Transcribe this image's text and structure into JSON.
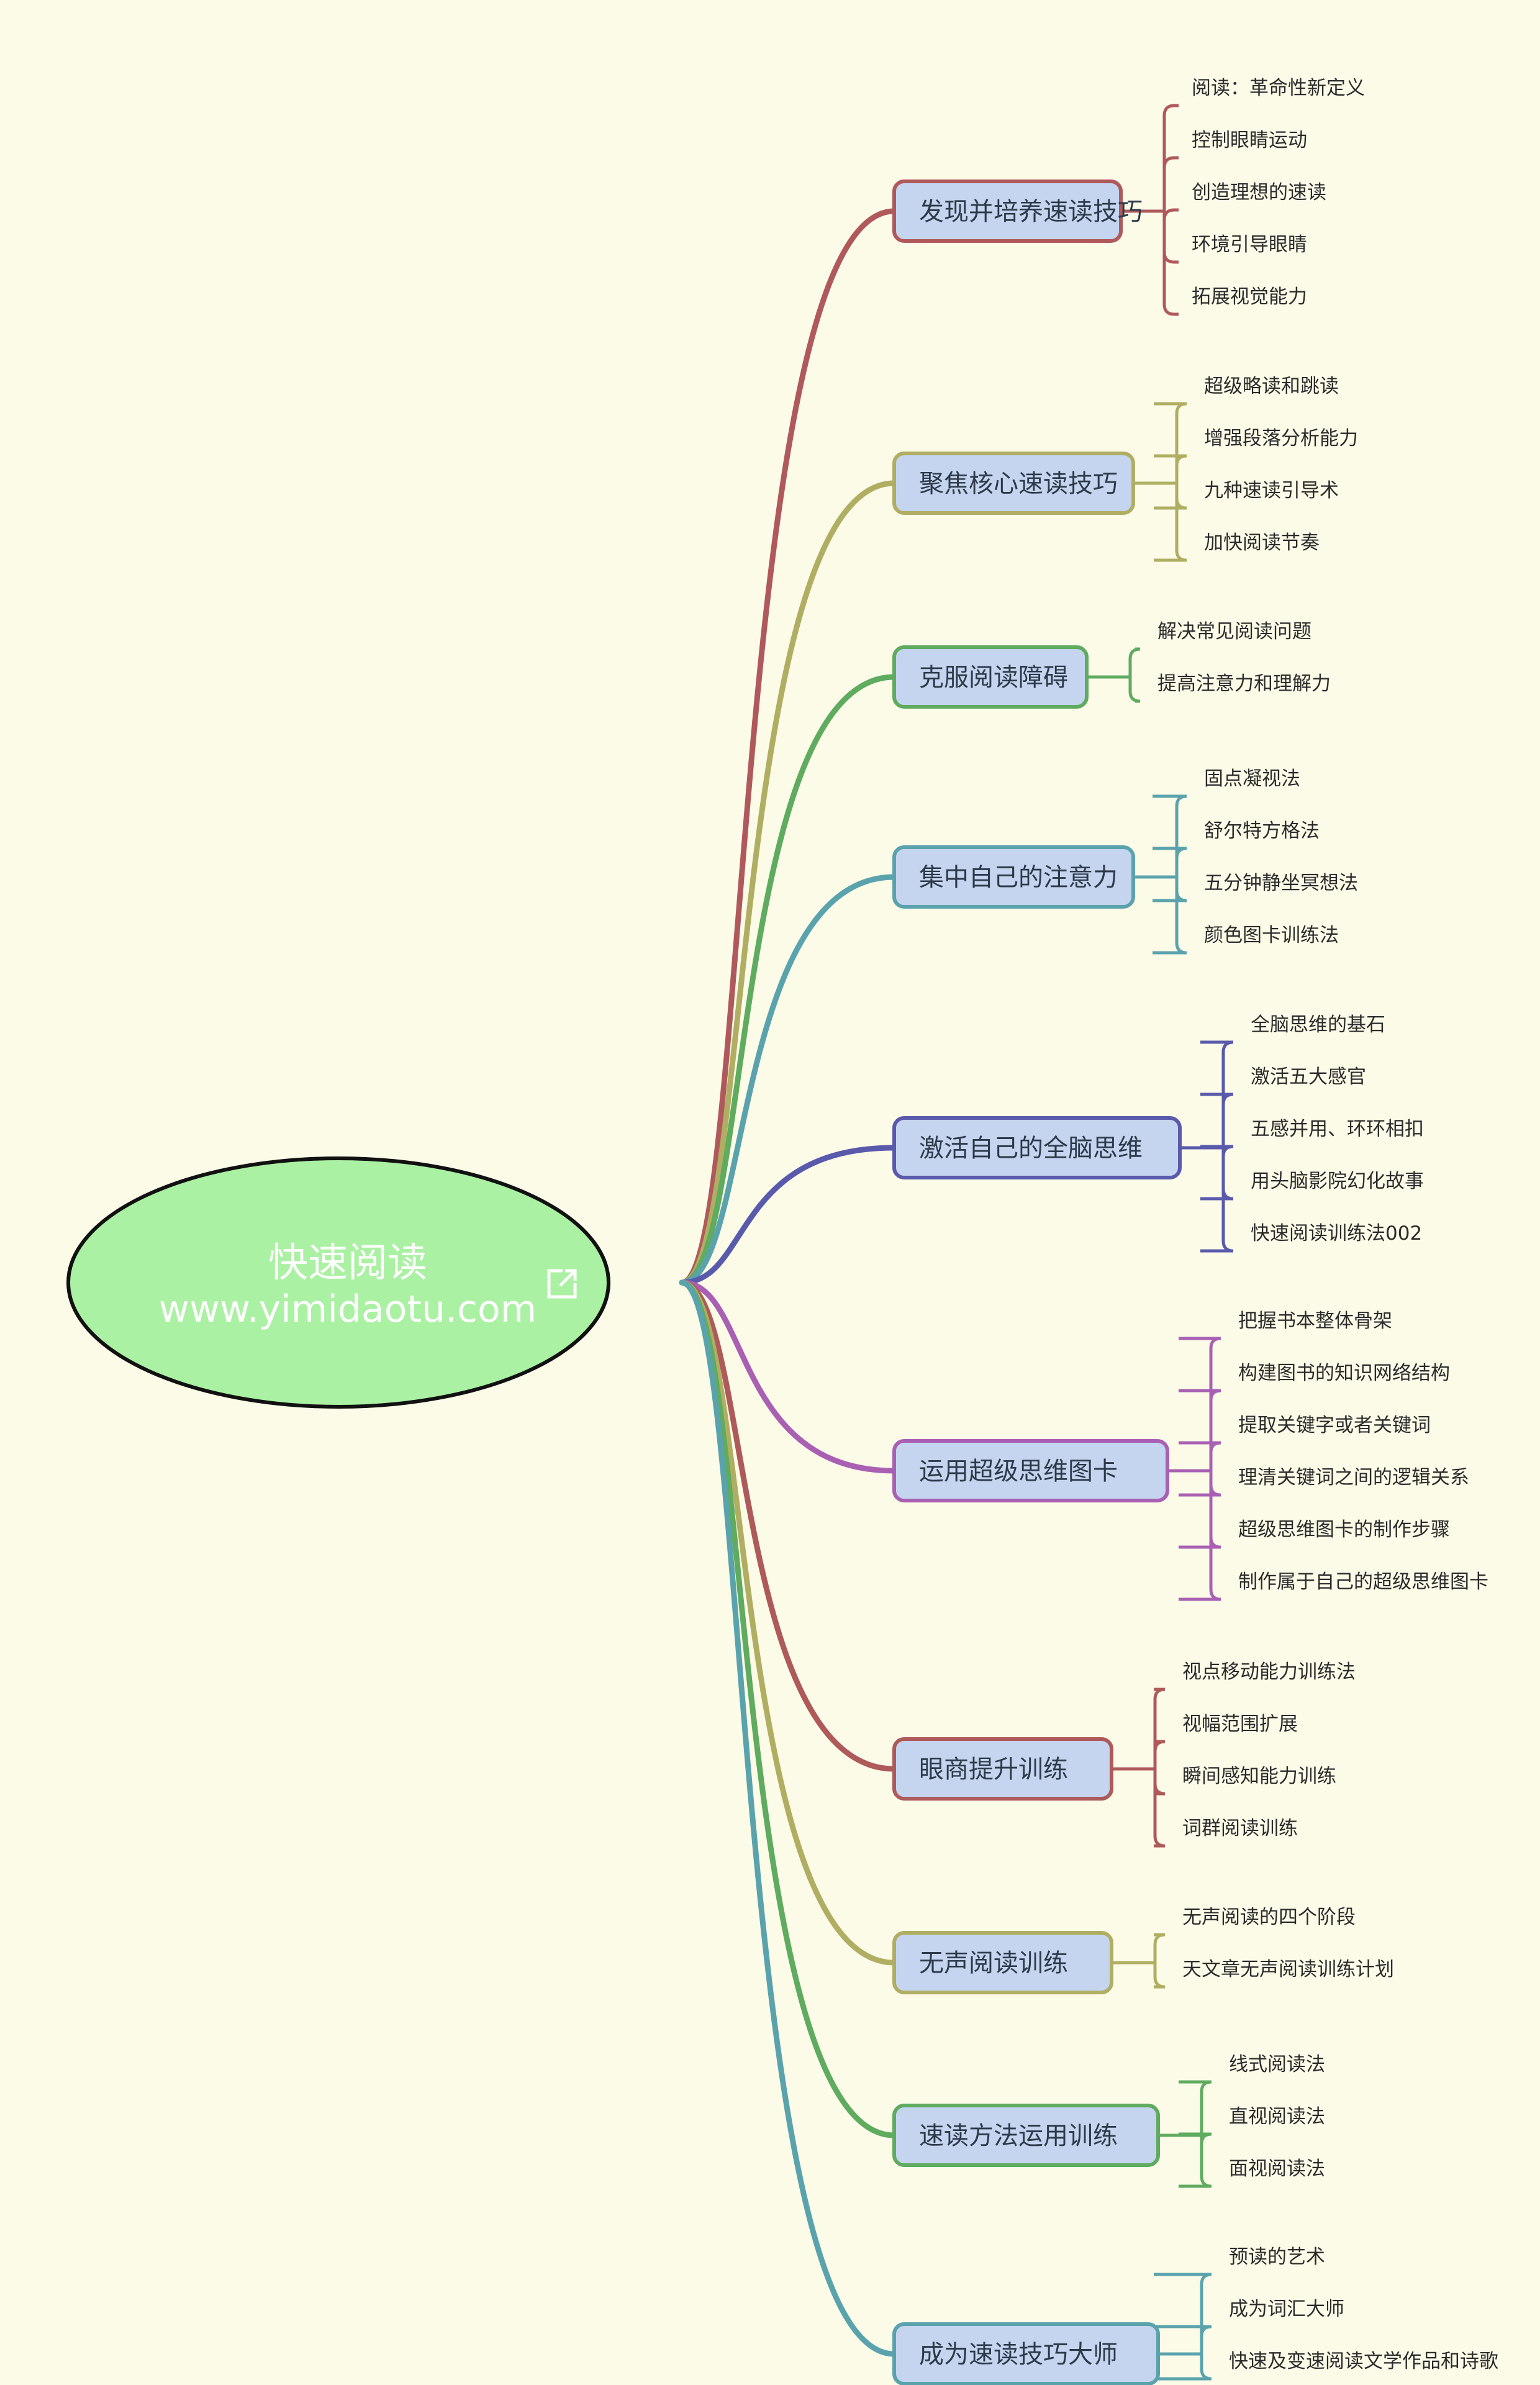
{
  "root": {
    "title": "快速阅读",
    "url": "www.yimidaotu.com",
    "icon": "external-link-icon",
    "fill_color": "#abf1a3",
    "stroke_color": "#111111"
  },
  "branches": [
    {
      "label": "发现并培养速读技巧",
      "color": "#b0595c",
      "children": [
        "阅读：革命性新定义",
        "控制眼睛运动",
        "创造理想的速读",
        "环境引导眼睛",
        "拓展视觉能力"
      ]
    },
    {
      "label": "聚焦核心速读技巧",
      "color": "#b0ae62",
      "children": [
        "超级略读和跳读",
        "增强段落分析能力",
        "九种速读引导术",
        "加快阅读节奏"
      ]
    },
    {
      "label": "克服阅读障碍",
      "color": "#5fab60",
      "children": [
        "解决常见阅读问题",
        "提高注意力和理解力"
      ]
    },
    {
      "label": "集中自己的注意力",
      "color": "#5aa3ad",
      "children": [
        "固点凝视法",
        "舒尔特方格法",
        "五分钟静坐冥想法",
        "颜色图卡训练法"
      ]
    },
    {
      "label": "激活自己的全脑思维",
      "color": "#5a5aad",
      "children": [
        "全脑思维的基石",
        "激活五大感官",
        "五感并用、环环相扣",
        "用头脑影院幻化故事",
        "快速阅读训练法002"
      ]
    },
    {
      "label": "运用超级思维图卡",
      "color": "#a960b3",
      "children": [
        "把握书本整体骨架",
        "构建图书的知识网络结构",
        "提取关键字或者关键词",
        "理清关键词之间的逻辑关系",
        "超级思维图卡的制作步骤",
        "制作属于自己的超级思维图卡"
      ]
    },
    {
      "label": "眼商提升训练",
      "color": "#ae5a5a",
      "children": [
        "视点移动能力训练法",
        "视幅范围扩展",
        "瞬间感知能力训练",
        "词群阅读训练"
      ]
    },
    {
      "label": "无声阅读训练",
      "color": "#b0ae62",
      "children": [
        "无声阅读的四个阶段",
        "天文章无声阅读训练计划"
      ]
    },
    {
      "label": "速读方法运用训练",
      "color": "#5fab60",
      "children": [
        "线式阅读法",
        "直视阅读法",
        "面视阅读法"
      ]
    },
    {
      "label": "成为速读技巧大师",
      "color": "#5aa3ad",
      "children": [
        "预读的艺术",
        "成为词汇大师",
        "快速及变速阅读文学作品和诗歌"
      ]
    }
  ],
  "node_fill": "#c5d5ef"
}
